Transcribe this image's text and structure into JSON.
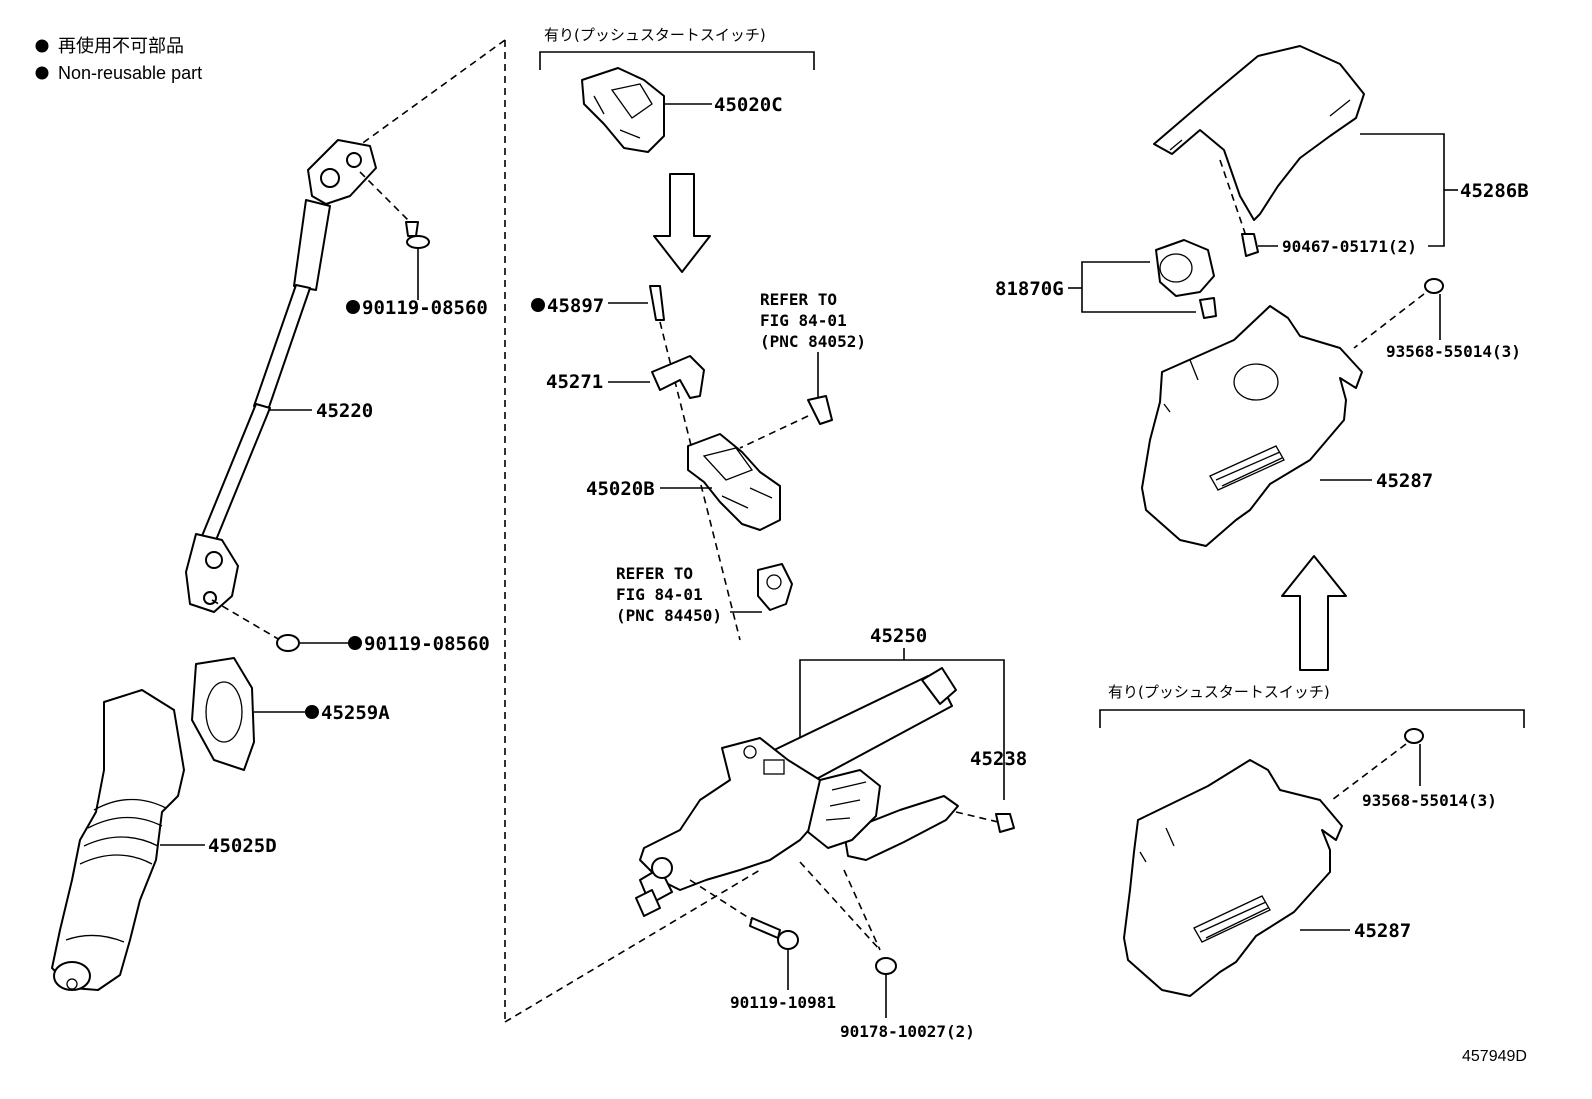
{
  "legend": {
    "ja": "再使用不可部品",
    "en": "Non-reusable part"
  },
  "variant_labels": {
    "top_center": "有り(プッシュスタートスイッチ)",
    "bottom_right": "有り(プッシュスタートスイッチ)"
  },
  "parts": {
    "p45020C": "45020C",
    "p45897": "45897",
    "p45271": "45271",
    "p45020B": "45020B",
    "p45250": "45250",
    "p45238": "45238",
    "p90119_08560_a": "90119-08560",
    "p90119_08560_b": "90119-08560",
    "p45220": "45220",
    "p45259A": "45259A",
    "p45025D": "45025D",
    "p90119_10981": "90119-10981",
    "p90178_10027": "90178-10027(2)",
    "p45286B": "45286B",
    "p90467_05171": "90467-05171(2)",
    "p81870G": "81870G",
    "p93568_55014_a": "93568-55014(3)",
    "p45287_a": "45287",
    "p93568_55014_b": "93568-55014(3)",
    "p45287_b": "45287"
  },
  "references": {
    "ref1": {
      "line1": "REFER TO",
      "line2": "FIG 84-01",
      "line3": "(PNC 84052)"
    },
    "ref2": {
      "line1": "REFER TO",
      "line2": "FIG 84-01",
      "line3": "(PNC 84450)"
    }
  },
  "illustration_id": "457949D"
}
